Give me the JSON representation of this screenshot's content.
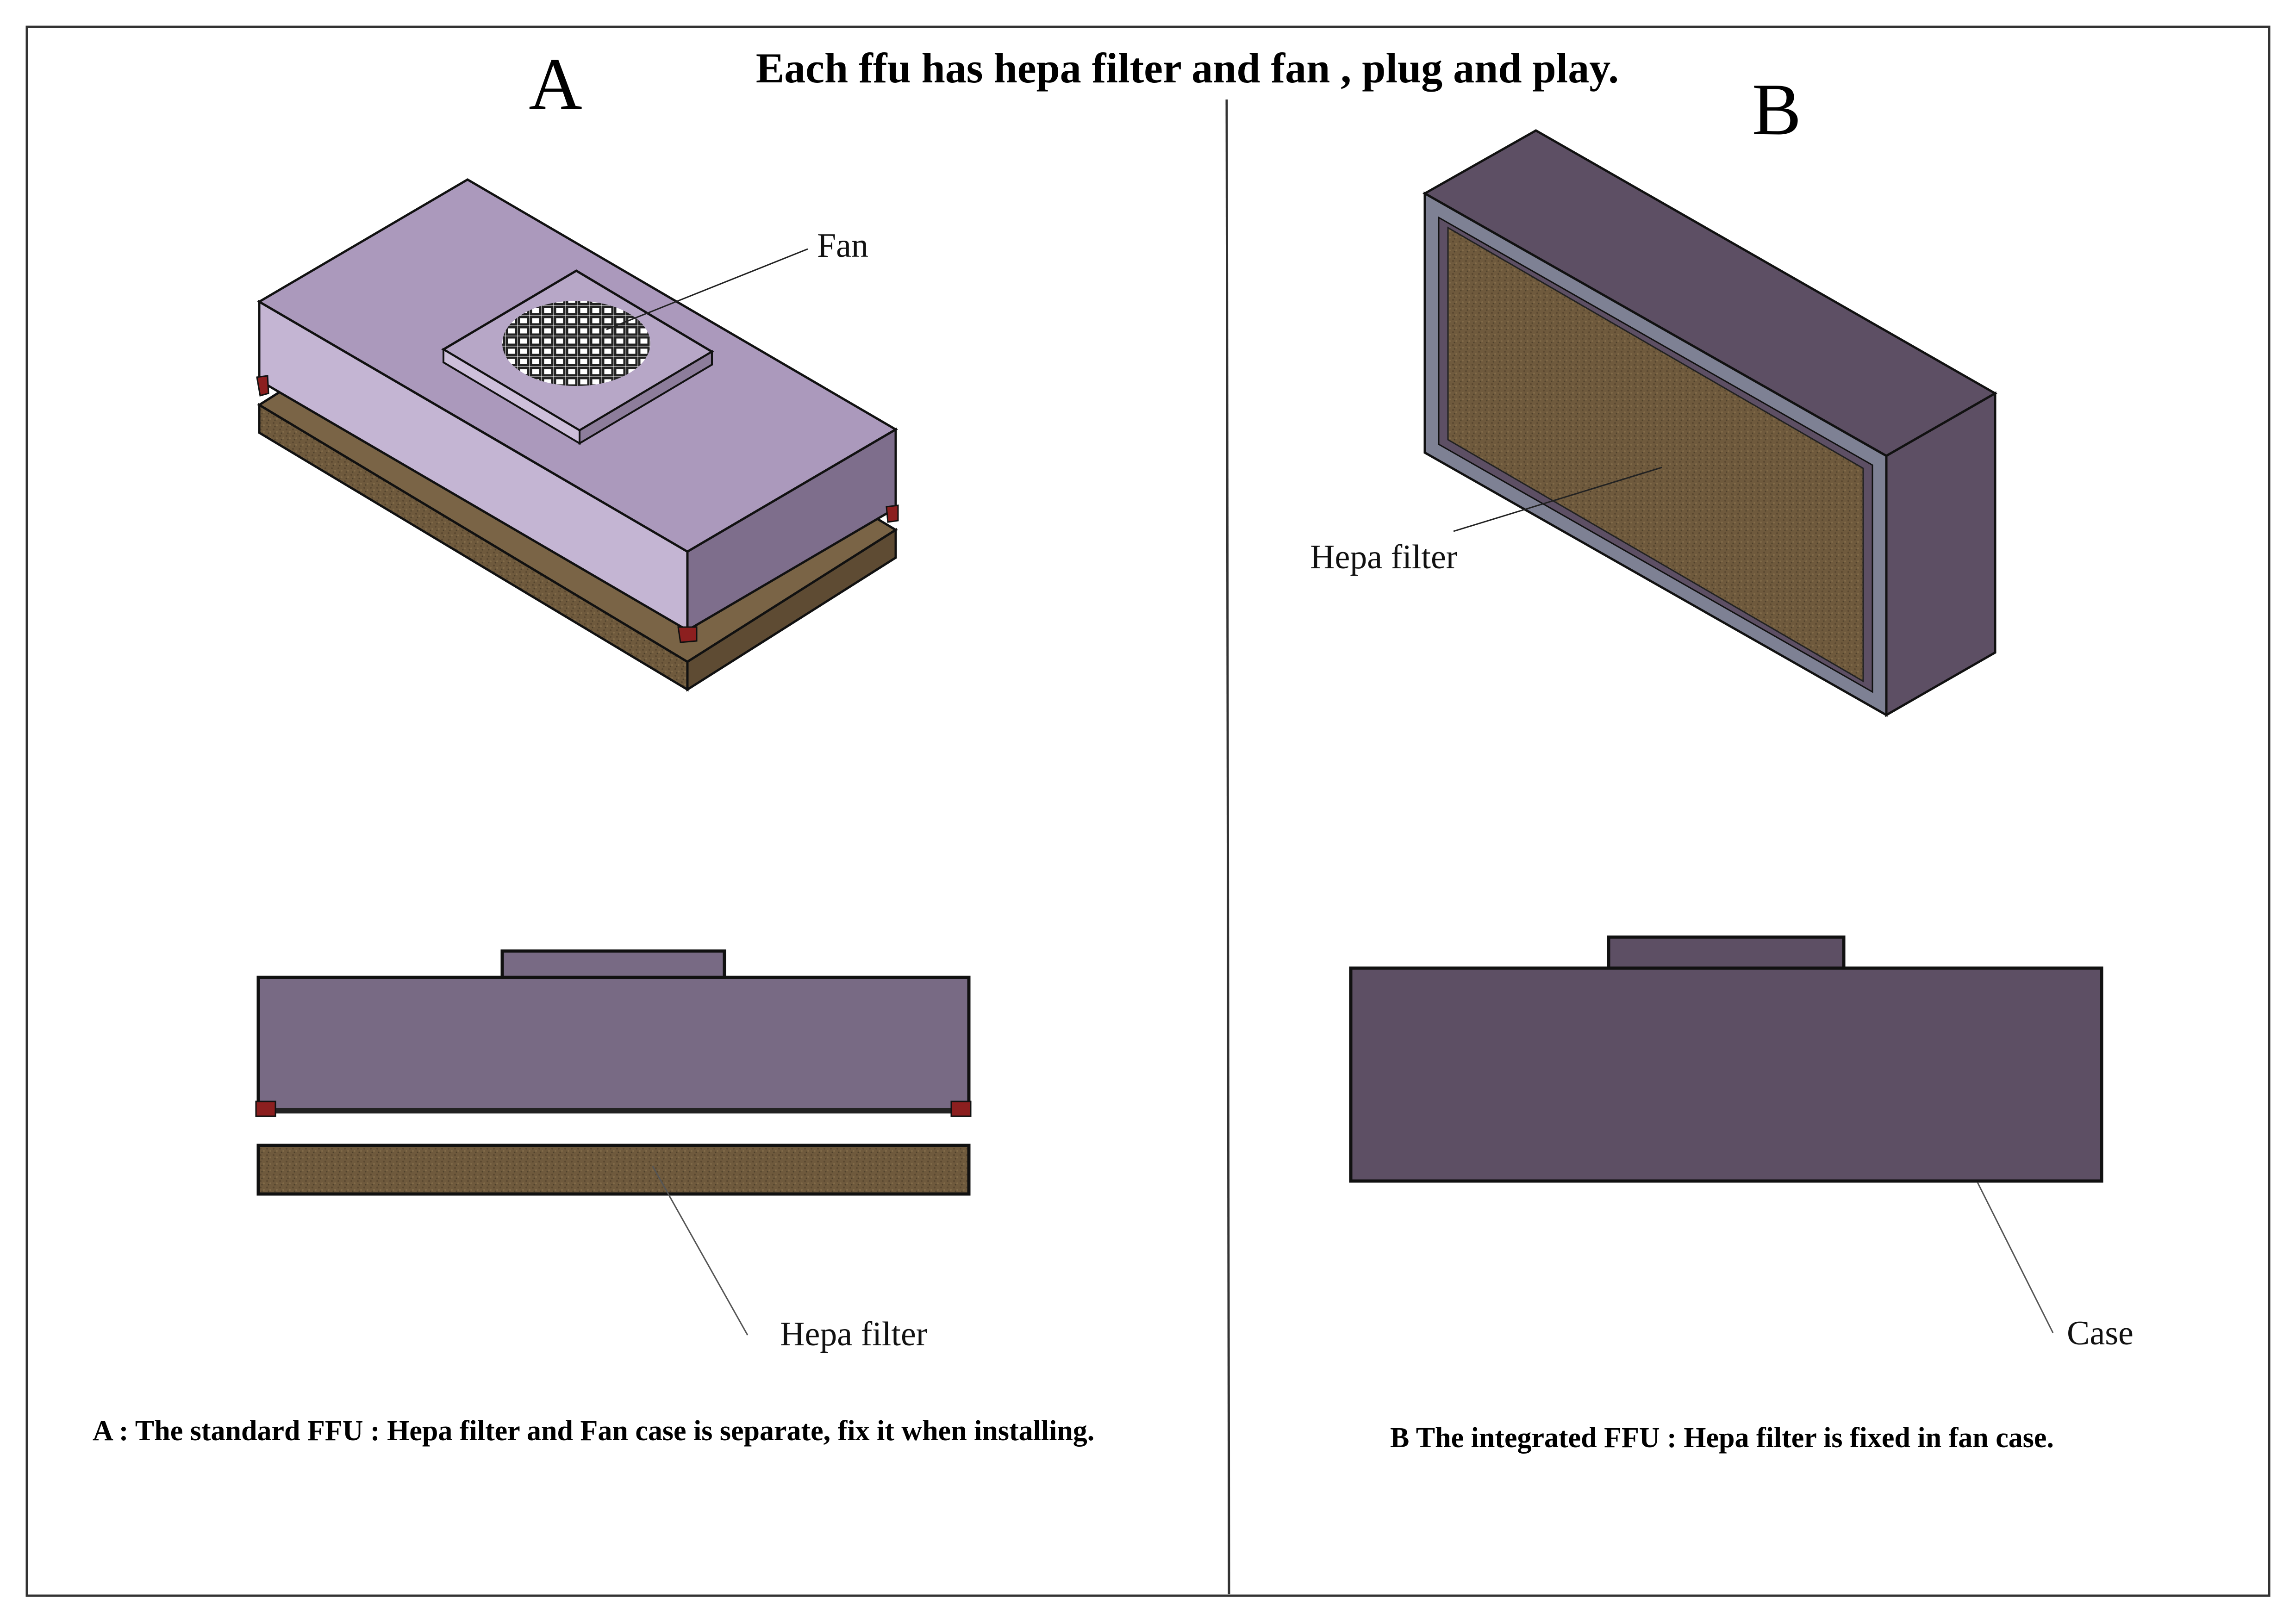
{
  "title": "Each ffu has hepa filter and fan , plug and play.",
  "panel_a": {
    "letter": "A",
    "labels": {
      "fan": "Fan",
      "hepa_filter": "Hepa filter"
    },
    "caption": "A :  The standard FFU : Hepa filter and Fan case is separate, fix it when installing."
  },
  "panel_b": {
    "letter": "B",
    "labels": {
      "hepa_filter": "Hepa filter",
      "case": "Case"
    },
    "caption": "B  The integrated FFU : Hepa filter is fixed in fan case."
  },
  "colors": {
    "case_a_top": "#AB99BC",
    "case_a_front": "#C4B5D3",
    "case_a_side": "#7E6E8C",
    "case_a_elevation": "#786A84",
    "case_b": "#5D4F64",
    "case_b_front_face": "#6A5A74",
    "case_b_frame": "#7E8194",
    "filter": "#6F5A3D",
    "filter_dark": "#4D3F2A",
    "gasket": "#8C1F1F"
  }
}
